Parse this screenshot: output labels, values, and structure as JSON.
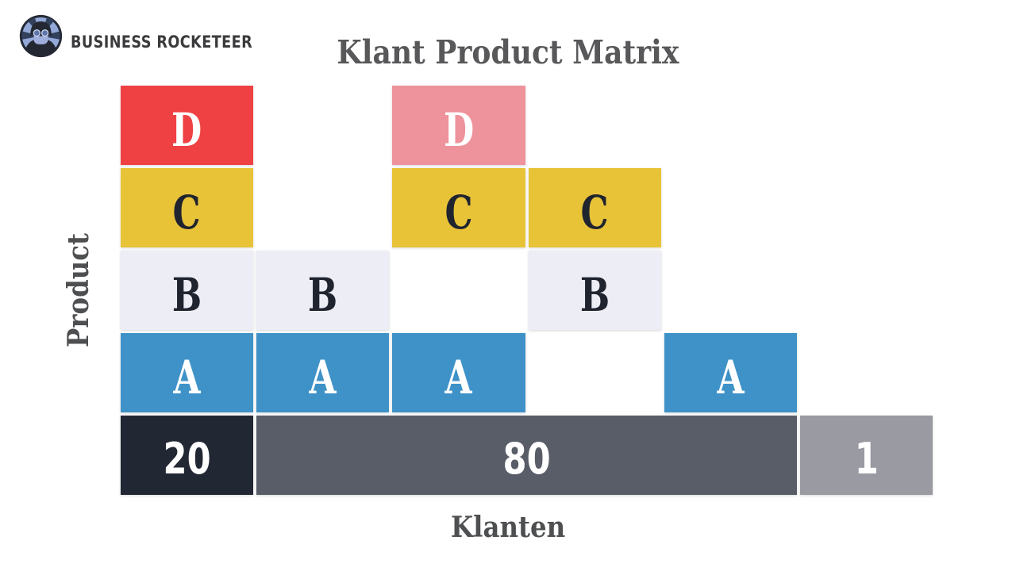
{
  "header": {
    "brand": "BUSINESS ROCKETEER",
    "title": "Klant Product Matrix"
  },
  "icons": {
    "brand_icon": "rocketeer-badge-icon"
  },
  "chart_data": {
    "type": "heatmap",
    "title": "Klant Product Matrix",
    "xlabel": "Klanten",
    "ylabel": "Product",
    "row_categories": [
      "D",
      "C",
      "B",
      "A"
    ],
    "col_count": 6,
    "grid": false,
    "cells": [
      {
        "row": "D",
        "col": 1,
        "label": "D",
        "style": "red-solid"
      },
      {
        "row": "D",
        "col": 3,
        "label": "D",
        "style": "red-faded"
      },
      {
        "row": "C",
        "col": 1,
        "label": "C",
        "style": "yellow"
      },
      {
        "row": "C",
        "col": 3,
        "label": "C",
        "style": "yellow"
      },
      {
        "row": "C",
        "col": 4,
        "label": "C",
        "style": "yellow"
      },
      {
        "row": "B",
        "col": 1,
        "label": "B",
        "style": "lavender"
      },
      {
        "row": "B",
        "col": 2,
        "label": "B",
        "style": "lavender"
      },
      {
        "row": "B",
        "col": 4,
        "label": "B",
        "style": "lavender"
      },
      {
        "row": "A",
        "col": 1,
        "label": "A",
        "style": "blue"
      },
      {
        "row": "A",
        "col": 2,
        "label": "A",
        "style": "blue"
      },
      {
        "row": "A",
        "col": 3,
        "label": "A",
        "style": "blue"
      },
      {
        "row": "A",
        "col": 5,
        "label": "A",
        "style": "blue"
      }
    ],
    "totals_row": [
      {
        "label": "20",
        "col_start": 1,
        "col_end": 1,
        "style": "dark-navy"
      },
      {
        "label": "80",
        "col_start": 2,
        "col_end": 5,
        "style": "mid-gray"
      },
      {
        "label": "1",
        "col_start": 6,
        "col_end": 6,
        "style": "light-gray"
      }
    ],
    "colors": {
      "red_solid": "#EF4143",
      "red_faded": "#EE929B",
      "yellow": "#E8C338",
      "lavender": "#EDEDF5",
      "blue": "#3E92C8",
      "dark_navy": "#222734",
      "mid_gray": "#595D68",
      "light_gray": "#9A9AA2",
      "cell_text_dark": "#20242F",
      "cell_text_light": "#FFFFFF",
      "heading_text": "#58585A",
      "axis_label_text": "#4E4F51",
      "brand_text": "#3B3B3D"
    }
  }
}
